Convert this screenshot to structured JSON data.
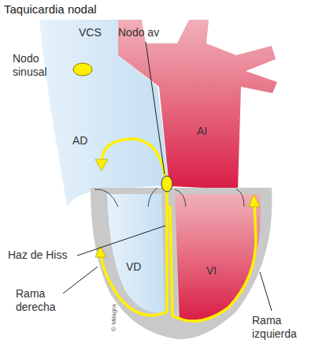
{
  "diagram": {
    "title": "Taquicardia nodal",
    "labels": [
      "VCS",
      "Nodo av",
      "Nodo sinusal",
      "AD",
      "AI",
      "Haz de Hiss",
      "VD",
      "VI",
      "Rama derecha",
      "Rama izquierda",
      "© Milagra"
    ]
  }
}
